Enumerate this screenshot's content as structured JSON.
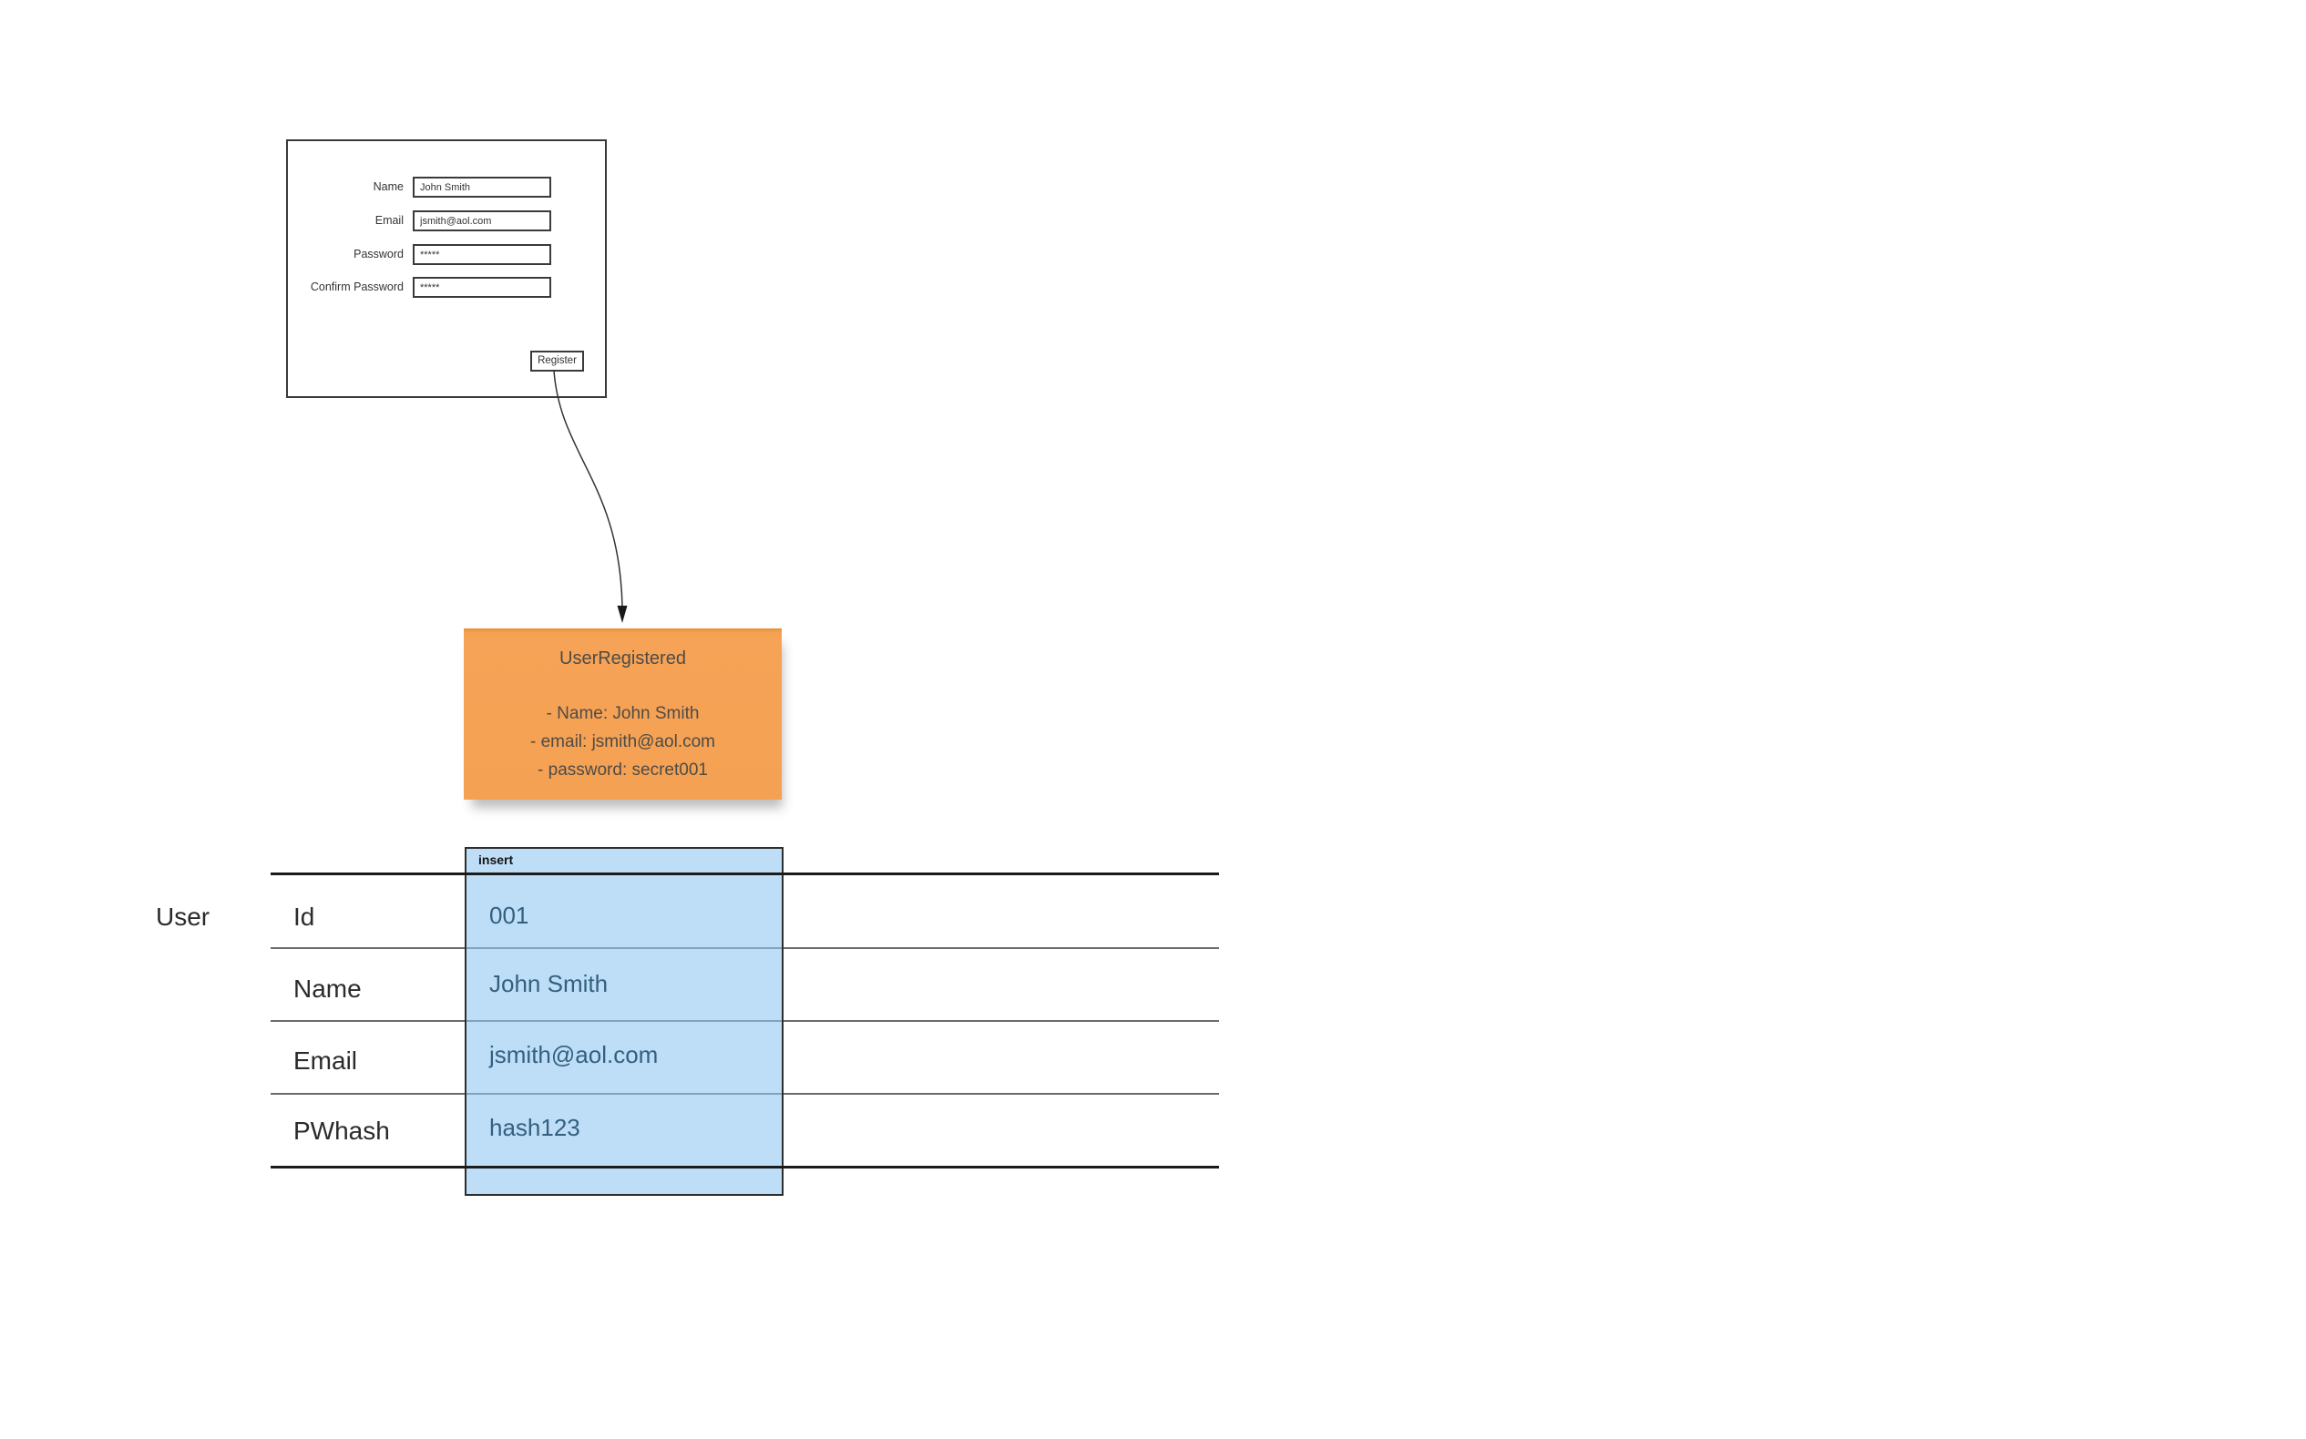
{
  "form": {
    "fields": [
      {
        "label": "Name",
        "value": "John Smith"
      },
      {
        "label": "Email",
        "value": "jsmith@aol.com"
      },
      {
        "label": "Password",
        "value": "*****"
      },
      {
        "label": "Confirm Password",
        "value": "*****"
      }
    ],
    "register_label": "Register"
  },
  "event_note": {
    "title": "UserRegistered",
    "lines": {
      "name": "- Name: John Smith",
      "email": "- email: jsmith@aol.com",
      "password": "- password: secret001"
    },
    "color": "#f5a153",
    "text_color": "#4d4b47"
  },
  "table": {
    "entity_label": "User",
    "column_header": "insert",
    "rows": [
      {
        "label": "Id",
        "value": "001"
      },
      {
        "label": "Name",
        "value": "John Smith"
      },
      {
        "label": "Email",
        "value": "jsmith@aol.com"
      },
      {
        "label": "PWhash",
        "value": "hash123"
      }
    ],
    "highlight_color": "#bedef8",
    "value_text_color": "#33607f",
    "line_colors": {
      "thick": "#1b1b1b",
      "thin": "#6b6b6b"
    }
  }
}
